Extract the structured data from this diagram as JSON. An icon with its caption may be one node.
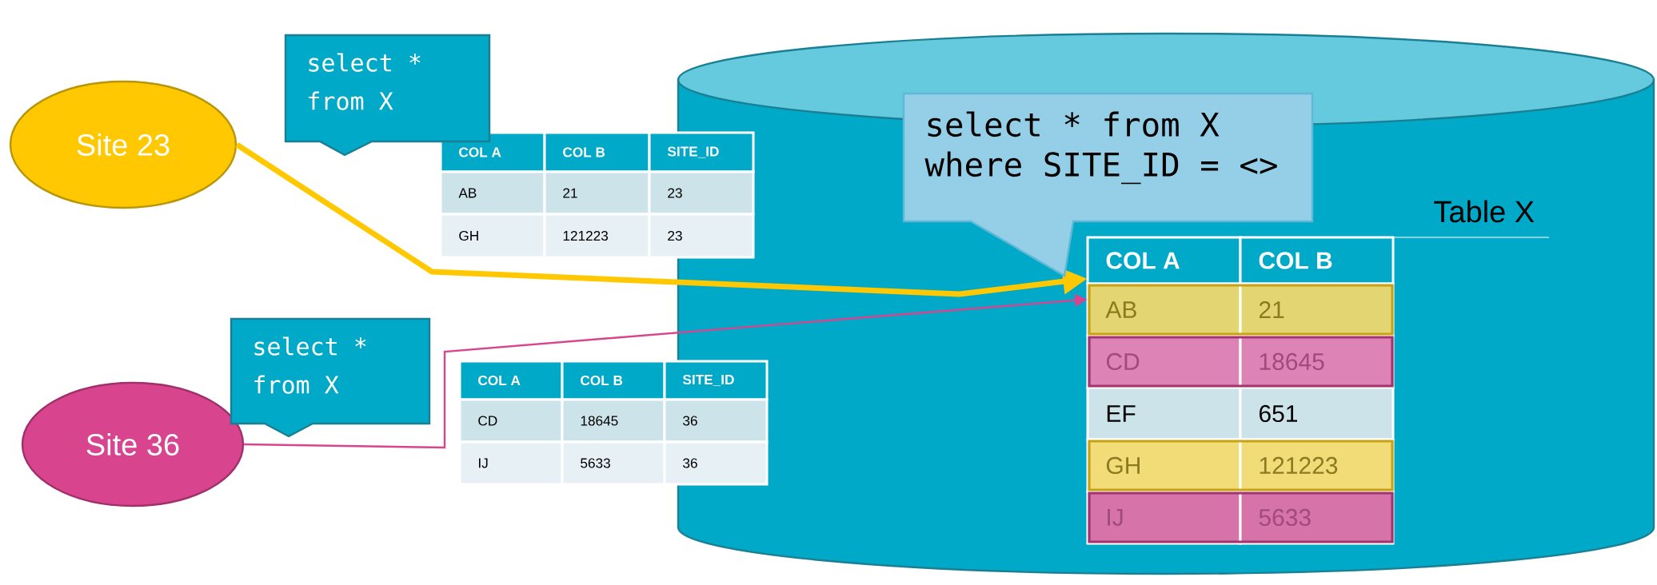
{
  "diagram": {
    "nodes": [
      {
        "text": [
          "Site 23"
        ]
      },
      {
        "text": [
          "select * from X"
        ]
      },
      {
        "text": [
          "COL A",
          "COL B",
          "SITE_ID",
          "AB",
          "21",
          "23",
          "GH",
          "121223",
          "23"
        ]
      },
      {
        "text": [
          "Site 36"
        ]
      },
      {
        "text": [
          "select * from X"
        ]
      },
      {
        "text": [
          "COL A",
          "COL B",
          "SITE_ID",
          "CD",
          "18645",
          "36",
          "IJ",
          "5633",
          "36"
        ]
      },
      {
        "text": [],
        "shape": "cylinder"
      },
      {
        "text": [
          "select * from X where SITE_ID = <>"
        ],
        "in": 6
      },
      {
        "text": [
          "Table X",
          "COL A",
          "COL B",
          "AB",
          "21",
          "CD",
          "18645",
          "EF",
          "651",
          "GH",
          "121223",
          "IJ",
          "5633"
        ],
        "in": 6
      }
    ],
    "edges": [
      {
        "from": 0,
        "to": 8,
        "arrow": "to",
        "style": "thick",
        "color": "#ffc800"
      },
      {
        "from": 3,
        "to": 8,
        "arrow": "to",
        "color": "#d9448f"
      }
    ]
  }
}
